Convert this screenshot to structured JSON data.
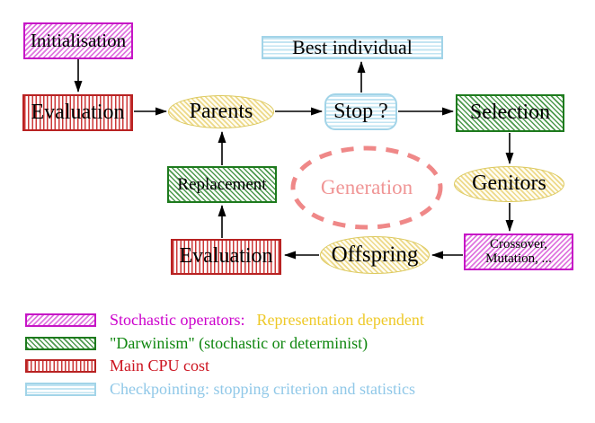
{
  "nodes": {
    "initialisation": {
      "label": "Initialisation"
    },
    "evaluation_top": {
      "label": "Evaluation"
    },
    "parents": {
      "label": "Parents"
    },
    "best_individual": {
      "label": "Best individual"
    },
    "stop": {
      "label": "Stop ?"
    },
    "selection": {
      "label": "Selection"
    },
    "genitors": {
      "label": "Genitors"
    },
    "crossover_mutation": {
      "line1": "Crossover,",
      "line2": "Mutation, ..."
    },
    "offspring": {
      "label": "Offspring"
    },
    "evaluation_bottom": {
      "label": "Evaluation"
    },
    "replacement": {
      "label": "Replacement"
    },
    "generation": {
      "label": "Generation"
    }
  },
  "legend": {
    "items": [
      {
        "text_primary": "Stochastic operators:",
        "text_secondary": "Representation dependent"
      },
      {
        "text_primary": "\"Darwinism\" (stochastic or determinist)"
      },
      {
        "text_primary": "Main CPU cost"
      },
      {
        "text_primary": "Checkpointing: stopping criterion and statistics"
      }
    ]
  },
  "colors": {
    "magenta": "#cc00cc",
    "gold_yellow": "#eec929",
    "green": "#0e860e",
    "red": "#cc1420",
    "light_blue": "#90c8e8",
    "coral_dashed": "#ef8888",
    "arrow_black": "#000000"
  }
}
